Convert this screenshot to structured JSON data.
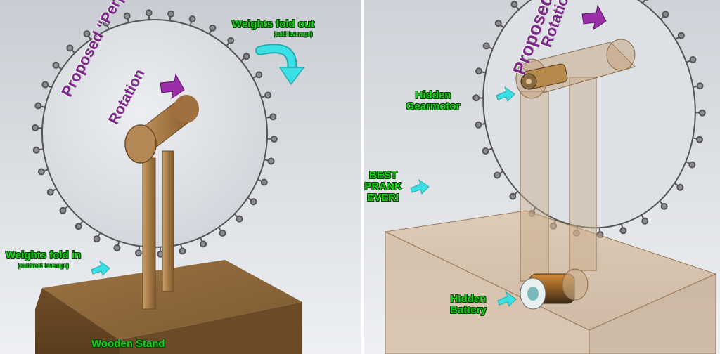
{
  "left": {
    "wheel_title_line1": "Proposed \"Perpetual\"",
    "wheel_title_line2": "Rotation",
    "weights_out_title": "Weights fold out",
    "weights_out_sub": "(add leverage)",
    "weights_in_title": "Weights fold in",
    "weights_in_sub": "(subtract leverage)",
    "stand_label": "Wooden Stand"
  },
  "right": {
    "wheel_title_line1": "Proposed",
    "wheel_title_line2": "Rotation",
    "gearmotor_label_1": "Hidden",
    "gearmotor_label_2": "Gearmotor",
    "prank_1": "BEST",
    "prank_2": "PRANK",
    "prank_3": "EVER!",
    "battery_label_1": "Hidden",
    "battery_label_2": "Battery"
  },
  "colors": {
    "label_green": "#18d018",
    "arrow_cyan": "#39e1e6",
    "arrow_purple": "#9a2fa8",
    "wood": "#8a6437",
    "wheel": "#d9dbe0"
  }
}
